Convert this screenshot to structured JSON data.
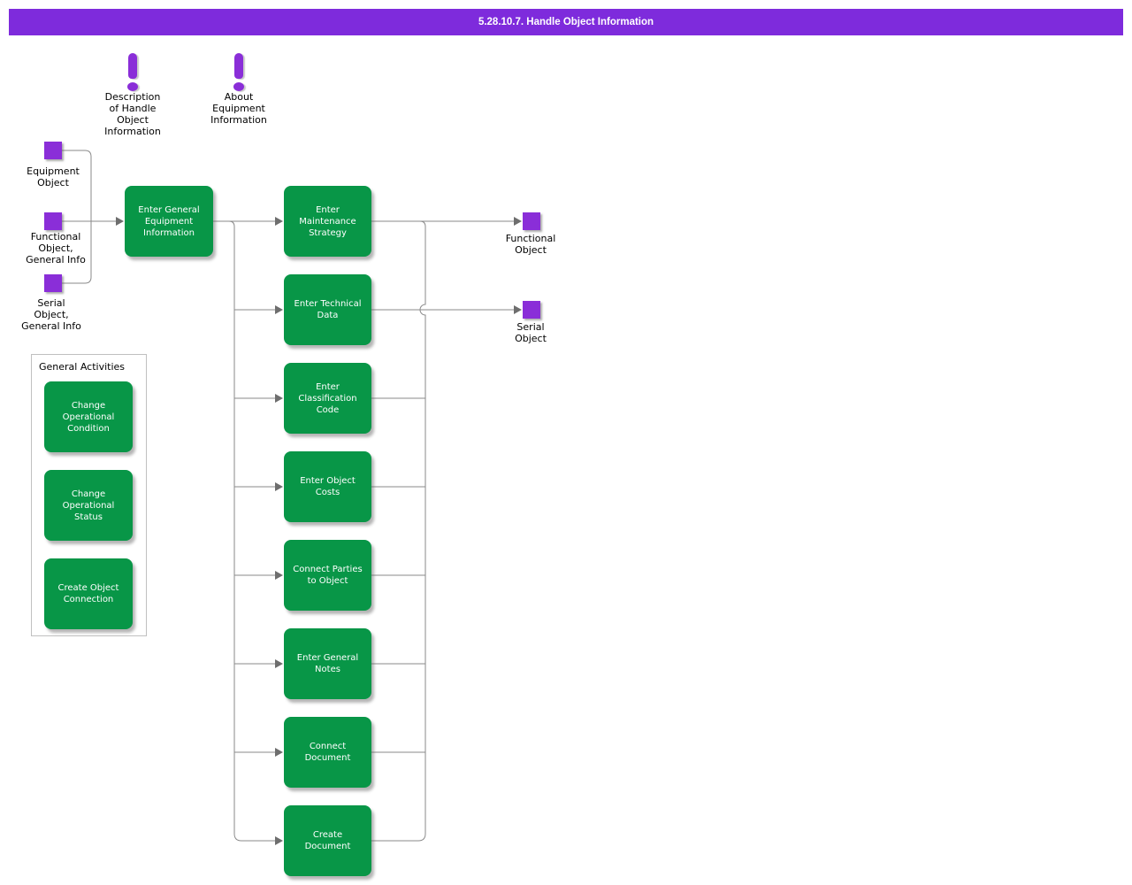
{
  "title": "5.28.10.7. Handle Object Information",
  "colors": {
    "header_bg": "#7e2bdc",
    "process_green": "#089647",
    "icon_purple": "#8a2ed8",
    "connector_gray": "#8a8a8a",
    "box_text": "#ffffff",
    "label_text": "#000000"
  },
  "annotations": [
    {
      "label": "Description\nof Handle\nObject\nInformation"
    },
    {
      "label": "About\nEquipment\nInformation"
    }
  ],
  "inputs": [
    {
      "label": "Equipment\nObject"
    },
    {
      "label": "Functional\nObject,\nGeneral Info"
    },
    {
      "label": "Serial\nObject,\nGeneral Info"
    }
  ],
  "outputs": [
    {
      "label": "Functional\nObject"
    },
    {
      "label": "Serial\nObject"
    }
  ],
  "main_process": {
    "label": "Enter General\nEquipment\nInformation"
  },
  "processes": [
    {
      "label": "Enter\nMaintenance\nStrategy"
    },
    {
      "label": "Enter Technical\nData"
    },
    {
      "label": "Enter\nClassification\nCode"
    },
    {
      "label": "Enter Object\nCosts"
    },
    {
      "label": "Connect Parties\nto Object"
    },
    {
      "label": "Enter General\nNotes"
    },
    {
      "label": "Connect\nDocument"
    },
    {
      "label": "Create\nDocument"
    }
  ],
  "general_activities": {
    "title": "General Activities",
    "items": [
      {
        "label": "Change\nOperational\nCondition"
      },
      {
        "label": "Change\nOperational\nStatus"
      },
      {
        "label": "Create Object\nConnection"
      }
    ]
  }
}
